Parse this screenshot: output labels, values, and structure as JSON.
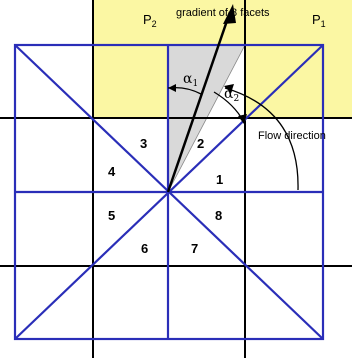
{
  "diagram": {
    "corner_labels": {
      "p2": "P",
      "p2_sub": "2",
      "p1": "P",
      "p1_sub": "1"
    },
    "top_label": "gradient of 8 facets",
    "flow_label": "Flow direction",
    "alpha1": "α",
    "alpha1_sub": "1",
    "alpha2": "α",
    "alpha2_sub": "2",
    "facets": [
      "1",
      "2",
      "3",
      "4",
      "5",
      "6",
      "7",
      "8"
    ],
    "colors": {
      "highlight": "#fbf7a3",
      "facet_fill": "#d9d9d9",
      "blue": "#2a2eb8",
      "black": "#000000"
    }
  }
}
